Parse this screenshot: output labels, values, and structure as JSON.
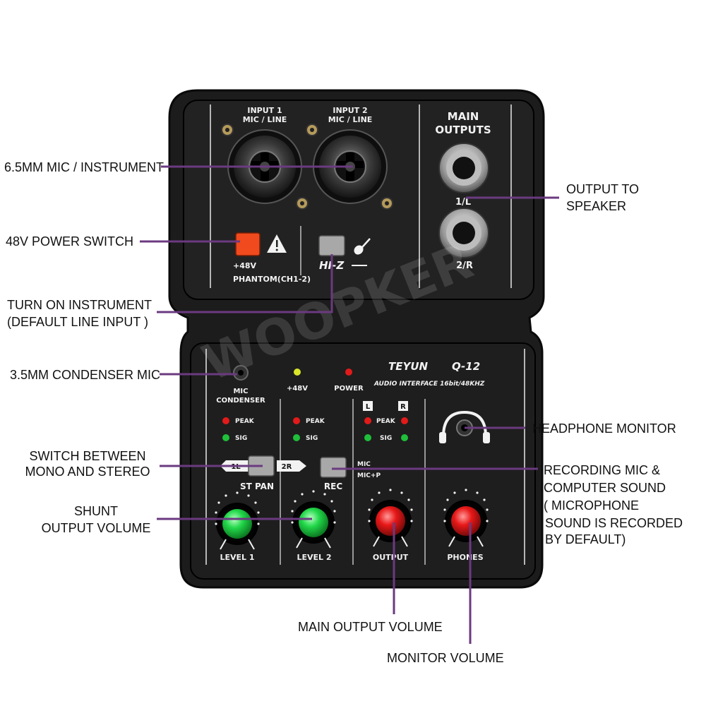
{
  "device": {
    "brand": "TEYUN",
    "model": "Q-12",
    "subtitle": "AUDIO INTERFACE 16bit/48KHZ",
    "watermark": "WOOPKER",
    "top_panel": {
      "input1_line1": "INPUT 1",
      "input1_line2": "MIC / LINE",
      "input2_line1": "INPUT 2",
      "input2_line2": "MIC / LINE",
      "main_outputs_line1": "MAIN",
      "main_outputs_line2": "OUTPUTS",
      "out_1l": "1/L",
      "out_2r": "2/R",
      "phantom_48v": "+48V",
      "phantom_label": "PHANTOM(CH1-2)",
      "hiz": "HI-Z"
    },
    "front_panel": {
      "mic_condenser_1": "MIC",
      "mic_condenser_2": "CONDENSER",
      "led_48v": "+48V",
      "led_power": "POWER",
      "peak": "PEAK",
      "sig": "SIG",
      "l": "L",
      "r": "R",
      "st_pan": "ST PAN",
      "pan_1l": "1L",
      "pan_2r": "2R",
      "rec": "REC",
      "rec_mic": "MIC",
      "rec_micp": "MIC+P",
      "knob_level1": "LEVEL 1",
      "knob_level2": "LEVEL 2",
      "knob_output": "OUTPUT",
      "knob_phones": "PHONES"
    }
  },
  "callouts": {
    "mic_instrument": "6.5MM MIC / INSTRUMENT",
    "power_switch": "48V POWER SWITCH",
    "instrument_1": "TURN ON INSTRUMENT",
    "instrument_2": "(DEFAULT LINE INPUT )",
    "condenser": "3.5MM CONDENSER MIC",
    "mono_stereo_1": "SWITCH BETWEEN",
    "mono_stereo_2": "MONO AND STEREO",
    "shunt_1": "SHUNT",
    "shunt_2": "OUTPUT VOLUME",
    "output_speaker_1": "OUTPUT TO",
    "output_speaker_2": "SPEAKER",
    "headphone": "HEADPHONE MONITOR",
    "recording_1": "RECORDING MIC &",
    "recording_2": "COMPUTER SOUND",
    "recording_3": "( MICROPHONE",
    "recording_4": "SOUND IS RECORDED",
    "recording_5": "BY DEFAULT)",
    "main_output_volume": "MAIN OUTPUT VOLUME",
    "monitor_volume": "MONITOR VOLUME"
  },
  "colors": {
    "lead_line": "#6b3a80",
    "green_knob": "#22d84a",
    "red_knob": "#e81818",
    "phantom_switch": "#f04a1e"
  }
}
